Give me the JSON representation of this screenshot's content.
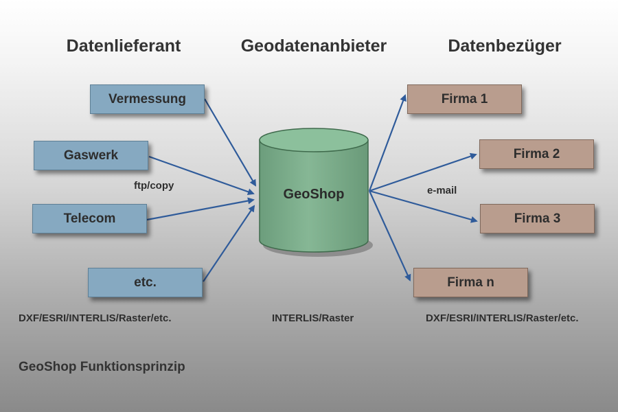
{
  "headings": {
    "supplier": "Datenlieferant",
    "provider": "Geodatenanbieter",
    "consumer": "Datenbezüger"
  },
  "sources": [
    "Vermessung",
    "Gaswerk",
    "Telecom",
    "etc."
  ],
  "destinations": [
    "Firma 1",
    "Firma 2",
    "Firma 3",
    "Firma n"
  ],
  "hub": "GeoShop",
  "edge_labels": {
    "incoming": "ftp/copy",
    "outgoing": "e-mail"
  },
  "formats": {
    "supplier": "DXF/ESRI/INTERLIS/Raster/etc.",
    "provider": "INTERLIS/Raster",
    "consumer": "DXF/ESRI/INTERLIS/Raster/etc."
  },
  "footer_title": "GeoShop Funktionsprinzip",
  "colors": {
    "source_box": "#86a9c1",
    "destination_box": "#b99d8e",
    "hub_cylinder": "#7fb08f",
    "arrow": "#2f5b9a"
  }
}
